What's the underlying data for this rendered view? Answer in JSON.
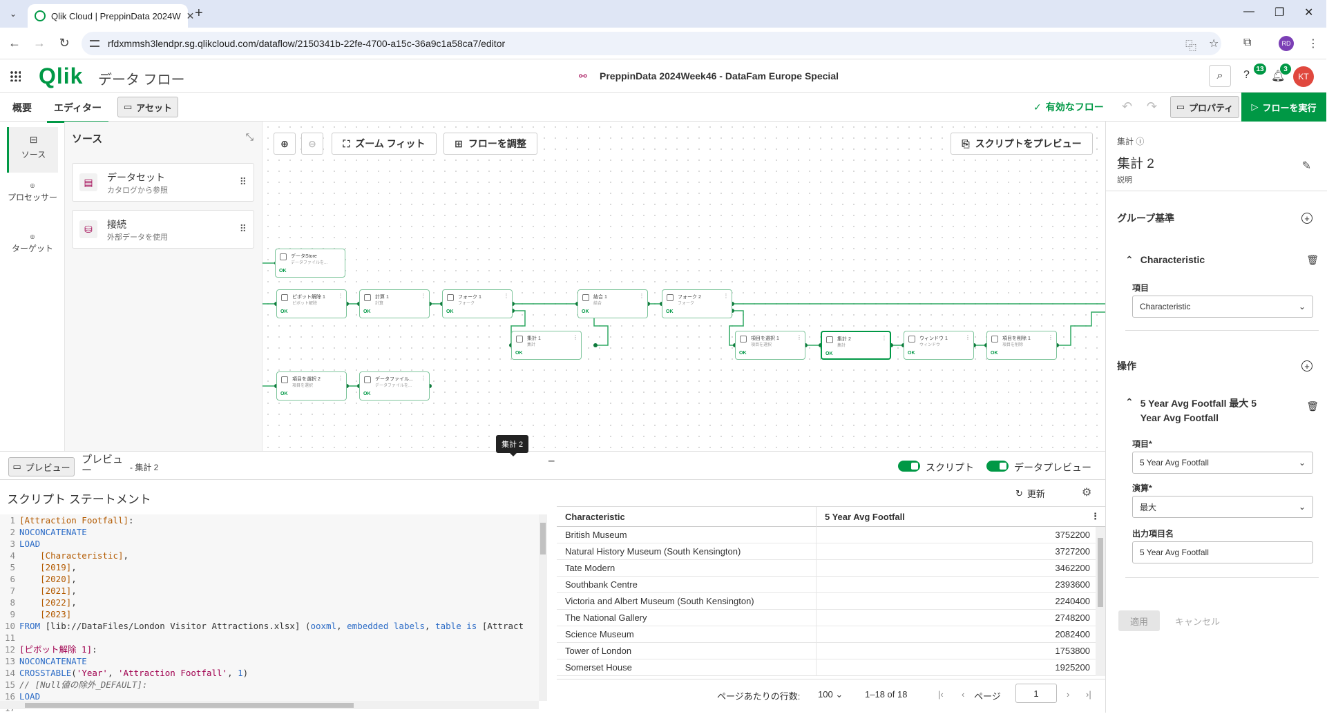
{
  "browser": {
    "tab_title": "Qlik Cloud | PreppinData 2024W",
    "url": "rfdxmmsh3lendpr.sg.qlikcloud.com/dataflow/2150341b-22fe-4700-a15c-36a9c1a58ca7/editor",
    "profile_initials": "RD"
  },
  "app": {
    "logo_text": "Qlik",
    "title": "データ フロー",
    "flow_name": "PreppinData 2024Week46 - DataFam Europe Special",
    "help_badge": "13",
    "notif_badge": "3",
    "avatar": "KT"
  },
  "subnav": {
    "tab_overview": "概要",
    "tab_editor": "エディター",
    "asset": "アセット",
    "valid_flow": "有効なフロー",
    "properties": "プロパティ",
    "run_flow": "フローを実行"
  },
  "rail": {
    "source": "ソース",
    "processor": "プロセッサー",
    "target": "ターゲット"
  },
  "source_panel": {
    "title": "ソース",
    "cards": [
      {
        "name": "データセット",
        "sub": "カタログから参照"
      },
      {
        "name": "接続",
        "sub": "外部データを使用"
      }
    ]
  },
  "canvas": {
    "zoom_fit": "ズーム フィット",
    "adjust_flow": "フローを調整",
    "preview_script": "スクリプトをプレビュー",
    "nodes": [
      {
        "title": "データStore",
        "sub": "データファイルを...",
        "ok": "OK"
      },
      {
        "title": "ピボット解除 1",
        "sub": "ピボット解除",
        "ok": "OK"
      },
      {
        "title": "計算 1",
        "sub": "計算",
        "ok": "OK"
      },
      {
        "title": "フォーク 1",
        "sub": "フォーク",
        "ok": "OK"
      },
      {
        "title": "集計 1",
        "sub": "集計",
        "ok": "OK"
      },
      {
        "title": "結合 1",
        "sub": "結合",
        "ok": "OK"
      },
      {
        "title": "フォーク 2",
        "sub": "フォーク",
        "ok": "OK"
      },
      {
        "title": "項目を選択 1",
        "sub": "項目を選択",
        "ok": "OK"
      },
      {
        "title": "集計 2",
        "sub": "集計",
        "ok": "OK"
      },
      {
        "title": "ウィンドウ 1",
        "sub": "ウィンドウ",
        "ok": "OK"
      },
      {
        "title": "項目を削除 1",
        "sub": "項目を削除",
        "ok": "OK"
      },
      {
        "title": "項目を選択 2",
        "sub": "項目を選択",
        "ok": "OK"
      },
      {
        "title": "データファイル...",
        "sub": "データファイルを...",
        "ok": "OK"
      }
    ]
  },
  "properties": {
    "kicker": "集計",
    "title": "集計 2",
    "desc": "説明",
    "group_by": "グループ基準",
    "group_item": "Characteristic",
    "field_label": "項目",
    "field_value": "Characteristic",
    "operations": "操作",
    "op_title": "5 Year Avg Footfall 最大 5 Year Avg Footfall",
    "op_field_label": "項目*",
    "op_field_value": "5 Year Avg Footfall",
    "op_calc_label": "演算*",
    "op_calc_value": "最大",
    "op_output_label": "出力項目名",
    "op_output_value": "5 Year Avg Footfall",
    "apply": "適用",
    "cancel": "キャンセル"
  },
  "bottom": {
    "tooltip": "集計 2",
    "preview_btn": "プレビュー",
    "preview_label": "プレビュー",
    "preview_node": "- 集計 2",
    "script_toggle": "スクリプト",
    "data_toggle": "データプレビュー",
    "script_title": "スクリプト ステートメント",
    "refresh": "更新"
  },
  "script": [
    {
      "n": "1",
      "segs": [
        {
          "t": "[Attraction Footfall]",
          "c": "attr"
        },
        {
          "t": ":",
          "c": ""
        }
      ]
    },
    {
      "n": "2",
      "segs": [
        {
          "t": "NOCONCATENATE",
          "c": "kw"
        }
      ]
    },
    {
      "n": "3",
      "segs": [
        {
          "t": "LOAD",
          "c": "kw"
        }
      ]
    },
    {
      "n": "4",
      "segs": [
        {
          "t": "    [Characteristic]",
          "c": "attr"
        },
        {
          "t": ",",
          "c": ""
        }
      ]
    },
    {
      "n": "5",
      "segs": [
        {
          "t": "    [2019]",
          "c": "attr"
        },
        {
          "t": ",",
          "c": ""
        }
      ]
    },
    {
      "n": "6",
      "segs": [
        {
          "t": "    [2020]",
          "c": "attr"
        },
        {
          "t": ",",
          "c": ""
        }
      ]
    },
    {
      "n": "7",
      "segs": [
        {
          "t": "    [2021]",
          "c": "attr"
        },
        {
          "t": ",",
          "c": ""
        }
      ]
    },
    {
      "n": "8",
      "segs": [
        {
          "t": "    [2022]",
          "c": "attr"
        },
        {
          "t": ",",
          "c": ""
        }
      ]
    },
    {
      "n": "9",
      "segs": [
        {
          "t": "    [2023]",
          "c": "attr"
        }
      ]
    },
    {
      "n": "10",
      "segs": [
        {
          "t": "FROM",
          "c": "kw"
        },
        {
          "t": " [lib://DataFiles/London Visitor Attractions.xlsx] (",
          "c": ""
        },
        {
          "t": "ooxml",
          "c": "kw"
        },
        {
          "t": ", ",
          "c": ""
        },
        {
          "t": "embedded labels",
          "c": "kw"
        },
        {
          "t": ", ",
          "c": ""
        },
        {
          "t": "table is",
          "c": "kw"
        },
        {
          "t": " [Attract",
          "c": ""
        }
      ]
    },
    {
      "n": "11",
      "segs": [
        {
          "t": "",
          "c": ""
        }
      ]
    },
    {
      "n": "12",
      "segs": [
        {
          "t": "[ピボット解除 1]",
          "c": "str"
        },
        {
          "t": ":",
          "c": ""
        }
      ]
    },
    {
      "n": "13",
      "segs": [
        {
          "t": "NOCONCATENATE",
          "c": "kw"
        }
      ]
    },
    {
      "n": "14",
      "segs": [
        {
          "t": "CROSSTABLE",
          "c": "kw"
        },
        {
          "t": "(",
          "c": ""
        },
        {
          "t": "'Year'",
          "c": "str"
        },
        {
          "t": ", ",
          "c": ""
        },
        {
          "t": "'Attraction Footfall'",
          "c": "str"
        },
        {
          "t": ", ",
          "c": ""
        },
        {
          "t": "1",
          "c": "kw"
        },
        {
          "t": ")",
          "c": ""
        }
      ]
    },
    {
      "n": "15",
      "segs": [
        {
          "t": "// [Null値の除外_DEFAULT]:",
          "c": "cmt"
        }
      ]
    },
    {
      "n": "16",
      "segs": [
        {
          "t": "LOAD",
          "c": "kw"
        }
      ]
    },
    {
      "n": "17",
      "segs": [
        {
          "t": "",
          "c": ""
        }
      ]
    }
  ],
  "table": {
    "col1": "Characteristic",
    "col2": "5 Year Avg Footfall",
    "rows": [
      [
        "British Museum",
        "3752200"
      ],
      [
        "Natural History Museum (South Kensington)",
        "3727200"
      ],
      [
        "Tate Modern",
        "3462200"
      ],
      [
        "Southbank Centre",
        "2393600"
      ],
      [
        "Victoria and Albert Museum (South Kensington)",
        "2240400"
      ],
      [
        "The National Gallery",
        "2748200"
      ],
      [
        "Science Museum",
        "2082400"
      ],
      [
        "Tower of London",
        "1753800"
      ],
      [
        "Somerset House",
        "1925200"
      ]
    ],
    "rows_per_page_label": "ページあたりの行数:",
    "rows_per_page": "100",
    "range": "1–18 of 18",
    "page_label": "ページ",
    "page": "1"
  },
  "colors": {
    "brand_green": "#009845",
    "node_border": "#7cc49a",
    "avatar_red": "#e0483e"
  }
}
